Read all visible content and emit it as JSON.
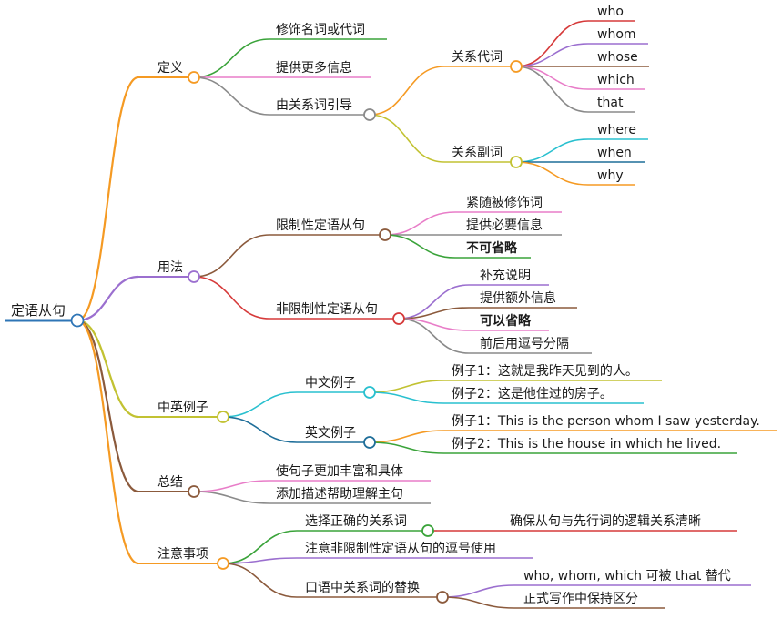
{
  "root": {
    "label": "定语从句",
    "color": "#2e75b6",
    "children": [
      {
        "label": "定义",
        "color": "#f59a23",
        "children": [
          {
            "label": "修饰名词或代词",
            "color": "#3aa33a",
            "children": []
          },
          {
            "label": "提供更多信息",
            "color": "#e87dc8",
            "children": []
          },
          {
            "label": "由关系词引导",
            "color": "#8a8a8a",
            "children": [
              {
                "label": "关系代词",
                "color": "#f59a23",
                "children": [
                  {
                    "label": "who",
                    "color": "#d63a3a",
                    "children": []
                  },
                  {
                    "label": "whom",
                    "color": "#9b6fcf",
                    "children": []
                  },
                  {
                    "label": "whose",
                    "color": "#8b5a3c",
                    "children": []
                  },
                  {
                    "label": "which",
                    "color": "#e87dc8",
                    "children": []
                  },
                  {
                    "label": "that",
                    "color": "#8a8a8a",
                    "children": []
                  }
                ]
              },
              {
                "label": "关系副词",
                "color": "#c2c232",
                "children": [
                  {
                    "label": "where",
                    "color": "#29c0cf",
                    "children": []
                  },
                  {
                    "label": "when",
                    "color": "#1f6e99",
                    "children": []
                  },
                  {
                    "label": "why",
                    "color": "#f59a23",
                    "children": []
                  }
                ]
              }
            ]
          }
        ]
      },
      {
        "label": "用法",
        "color": "#9b6fcf",
        "children": [
          {
            "label": "限制性定语从句",
            "color": "#8b5a3c",
            "children": [
              {
                "label": "紧随被修饰词",
                "color": "#e87dc8",
                "children": []
              },
              {
                "label": "提供必要信息",
                "color": "#8a8a8a",
                "children": []
              },
              {
                "label": "不可省略",
                "color": "#3aa33a",
                "bold": true,
                "children": []
              }
            ]
          },
          {
            "label": "非限制性定语从句",
            "color": "#d63a3a",
            "children": [
              {
                "label": "补充说明",
                "color": "#9b6fcf",
                "children": []
              },
              {
                "label": "提供额外信息",
                "color": "#8b5a3c",
                "children": []
              },
              {
                "label": "可以省略",
                "color": "#e87dc8",
                "bold": true,
                "children": []
              },
              {
                "label": "前后用逗号分隔",
                "color": "#8a8a8a",
                "children": []
              }
            ]
          }
        ]
      },
      {
        "label": "中英例子",
        "color": "#c2c232",
        "children": [
          {
            "label": "中文例子",
            "color": "#29c0cf",
            "children": [
              {
                "label": "例子1：这就是我昨天见到的人。",
                "color": "#c2c232",
                "children": []
              },
              {
                "label": "例子2：这是他住过的房子。",
                "color": "#29c0cf",
                "children": []
              }
            ]
          },
          {
            "label": "英文例子",
            "color": "#1f6e99",
            "children": [
              {
                "label": "例子1：This is the person whom I saw yesterday.",
                "color": "#f59a23",
                "children": []
              },
              {
                "label": "例子2：This is the house in which he lived.",
                "color": "#3aa33a",
                "children": []
              }
            ]
          }
        ]
      },
      {
        "label": "总结",
        "color": "#8b5a3c",
        "children": [
          {
            "label": "使句子更加丰富和具体",
            "color": "#e87dc8",
            "children": []
          },
          {
            "label": "添加描述帮助理解主句",
            "color": "#8a8a8a",
            "children": []
          }
        ]
      },
      {
        "label": "注意事项",
        "color": "#f59a23",
        "children": [
          {
            "label": "选择正确的关系词",
            "color": "#3aa33a",
            "children": [
              {
                "label": "确保从句与先行词的逻辑关系清晰",
                "color": "#d63a3a",
                "children": []
              }
            ]
          },
          {
            "label": "注意非限制性定语从句的逗号使用",
            "color": "#9b6fcf",
            "children": []
          },
          {
            "label": "口语中关系词的替换",
            "color": "#8b5a3c",
            "children": [
              {
                "label": "who, whom, which 可被 that 替代",
                "color": "#9b6fcf",
                "children": []
              },
              {
                "label": "正式写作中保持区分",
                "color": "#8b5a3c",
                "children": []
              }
            ]
          }
        ]
      }
    ]
  }
}
